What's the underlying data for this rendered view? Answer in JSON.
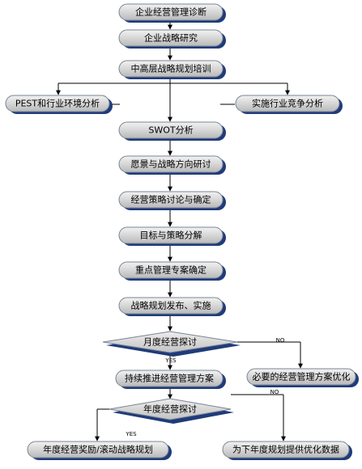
{
  "nodes": {
    "n1": "企业经营管理诊断",
    "n2": "企业战略研究",
    "n3": "中高层战略规划培训",
    "n4": "PEST和行业环境分析",
    "n5": "实施行业竞争分析",
    "n6": "SWOT分析",
    "n7": "愿景与战略方向研讨",
    "n8": "经营策略讨论与确定",
    "n9": "目标与策略分解",
    "n10": "重点管理专案确定",
    "n11": "战略规划发布、实施",
    "d1": "月度经营探讨",
    "n12": "持续推进经营管理方案",
    "n13": "必要的经营管理方案优化",
    "d2": "年度经营探讨",
    "n14": "年度经营奖励/滚动战略规划",
    "n15": "为下年度规划提供优化数据"
  },
  "edge_labels": {
    "d1_no": "NO",
    "d1_yes": "YES",
    "d2_yes": "YES",
    "d2_no": "NO"
  }
}
